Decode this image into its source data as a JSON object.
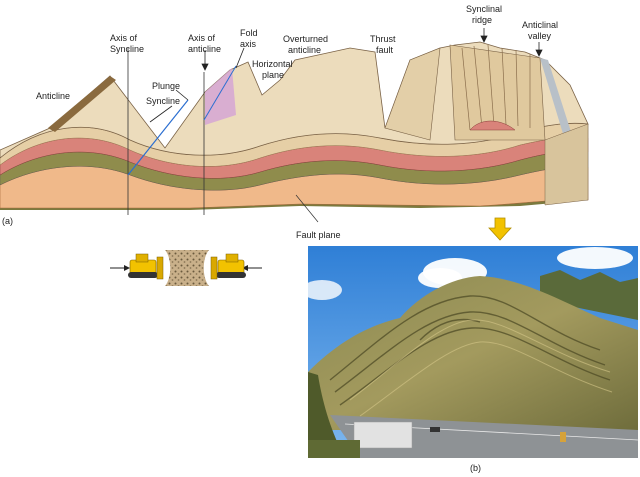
{
  "labels": {
    "anticline": "Anticline",
    "axis_of_syncline_1": "Axis of",
    "axis_of_syncline_2": "Syncline",
    "axis_of_anticline_1": "Axis of",
    "axis_of_anticline_2": "anticline",
    "fold_axis_1": "Fold",
    "fold_axis_2": "axis",
    "horizontal_plane_1": "Horizontal",
    "horizontal_plane_2": "plane",
    "overturned_anticline_1": "Overturned",
    "overturned_anticline_2": "anticline",
    "thrust_fault_1": "Thrust",
    "thrust_fault_2": "fault",
    "synclinal_ridge_1": "Synclinal",
    "synclinal_ridge_2": "ridge",
    "anticlinal_valley_1": "Anticlinal",
    "anticlinal_valley_2": "valley",
    "plunge": "Plunge",
    "syncline": "Syncline",
    "fault_plane": "Fault plane",
    "panel_a": "(a)",
    "panel_b": "(b)"
  },
  "colors": {
    "rock_tan": "#e8d3b0",
    "rock_pink": "#d9837a",
    "rock_olive": "#8b8a4a",
    "rock_orange": "#f0b98a",
    "rock_brown": "#a97b50",
    "arrow_yellow": "#f2c200",
    "sky_blue": "#3f8fe0"
  },
  "icons": [
    "bulldozer-left-icon",
    "bulldozer-right-icon",
    "down-arrow-icon"
  ]
}
